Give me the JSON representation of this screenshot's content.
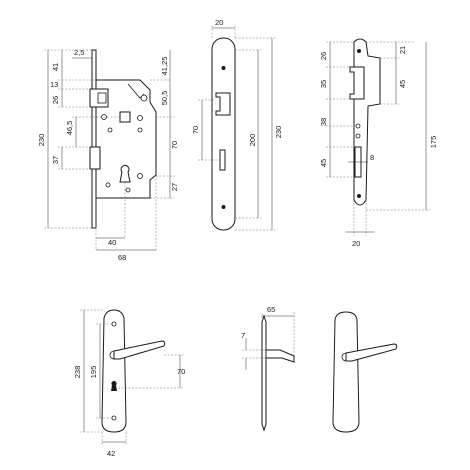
{
  "dimensions": {
    "lock_body": {
      "offset": "2,5",
      "top_left": "41",
      "top_right": "41,25",
      "latch_height": "13",
      "latch_to_hub": "26",
      "backset_vertical": "46,5",
      "hub_to_key": "50,5",
      "key_height": "37",
      "centre_distance": "70",
      "bottom_right": "27",
      "total_height": "230",
      "backset": "40",
      "depth": "68"
    },
    "faceplate": {
      "width": "20",
      "centre_distance": "70",
      "inner_height": "200",
      "total_height": "230"
    },
    "strike_plate": {
      "top_offset": "26",
      "top_right": "21",
      "latch_hole": "35",
      "latch_hole_right": "45",
      "spacing": "38",
      "bolt_hole": "45",
      "bolt_hole_width": "8",
      "total_height": "175",
      "width": "20"
    },
    "handle_front": {
      "plate_height": "238",
      "screw_distance": "195",
      "centre_distance": "70",
      "plate_width": "42"
    },
    "handle_side": {
      "projection": "65",
      "lever_thickness": "7"
    }
  }
}
